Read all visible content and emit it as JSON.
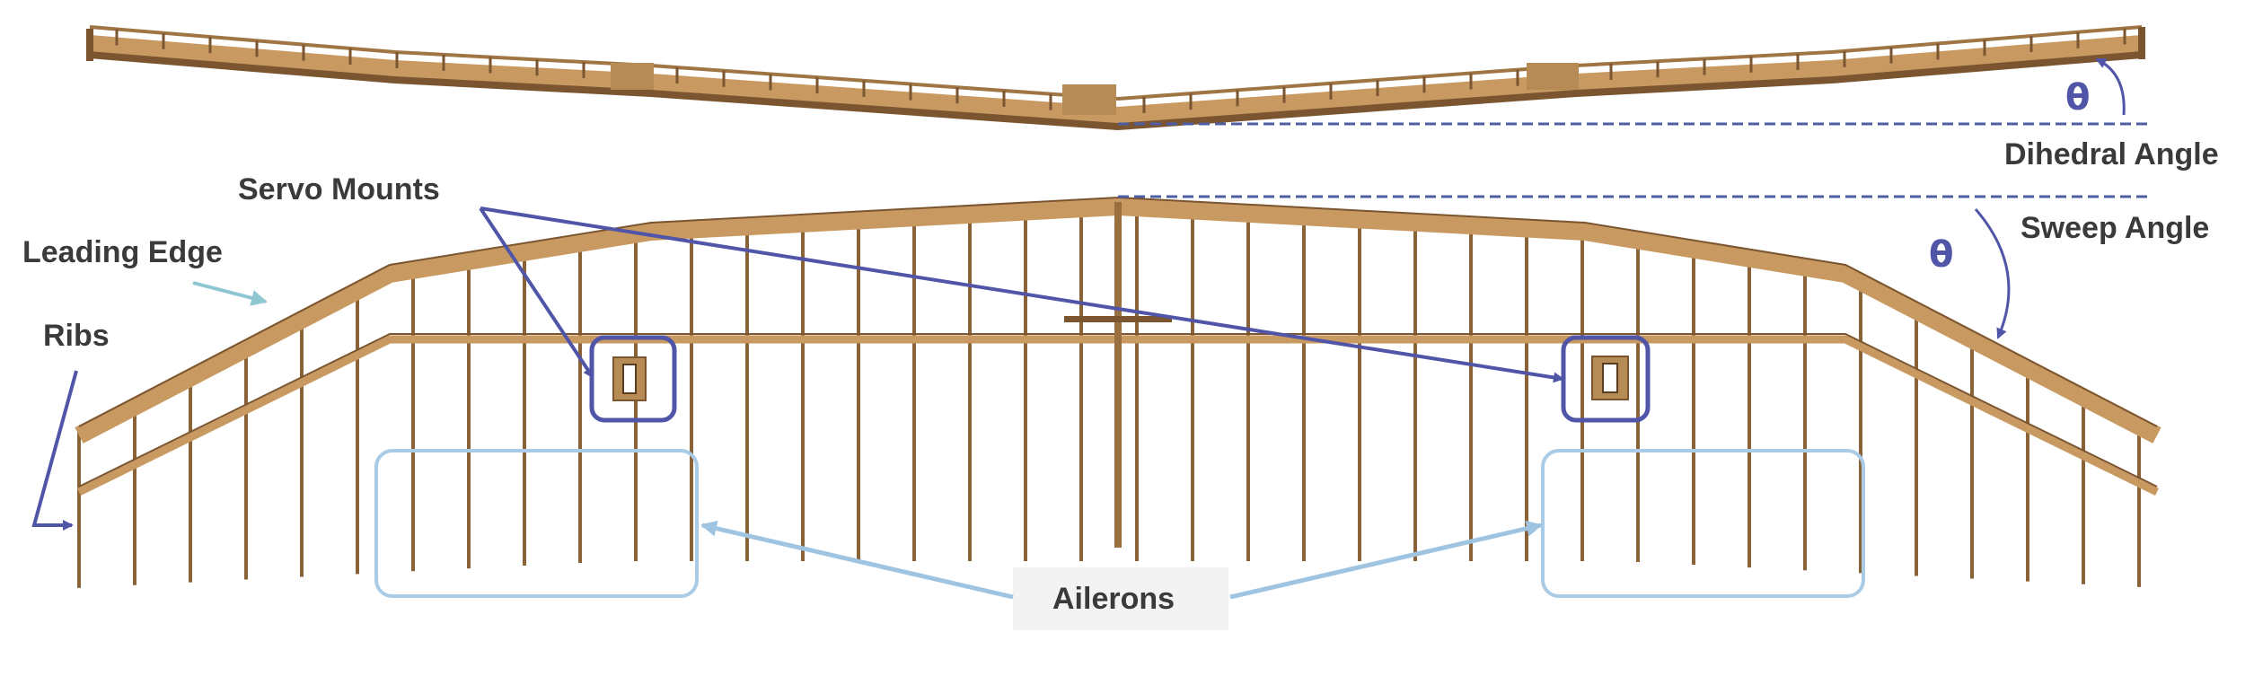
{
  "colors": {
    "wood": "#c89a62",
    "wood_dark": "#7a5530",
    "navy": "#5055a8",
    "light_blue": "#9fc4e2",
    "label_text": "#3a3a3a",
    "dashed_line": "#4d5da3"
  },
  "labels": {
    "dihedral_angle": "Dihedral Angle",
    "sweep_angle": "Sweep Angle",
    "servo_mounts": "Servo Mounts",
    "leading_edge": "Leading Edge",
    "ribs": "Ribs",
    "ailerons": "Ailerons",
    "theta_dihedral": "θ",
    "theta_sweep": "θ"
  }
}
